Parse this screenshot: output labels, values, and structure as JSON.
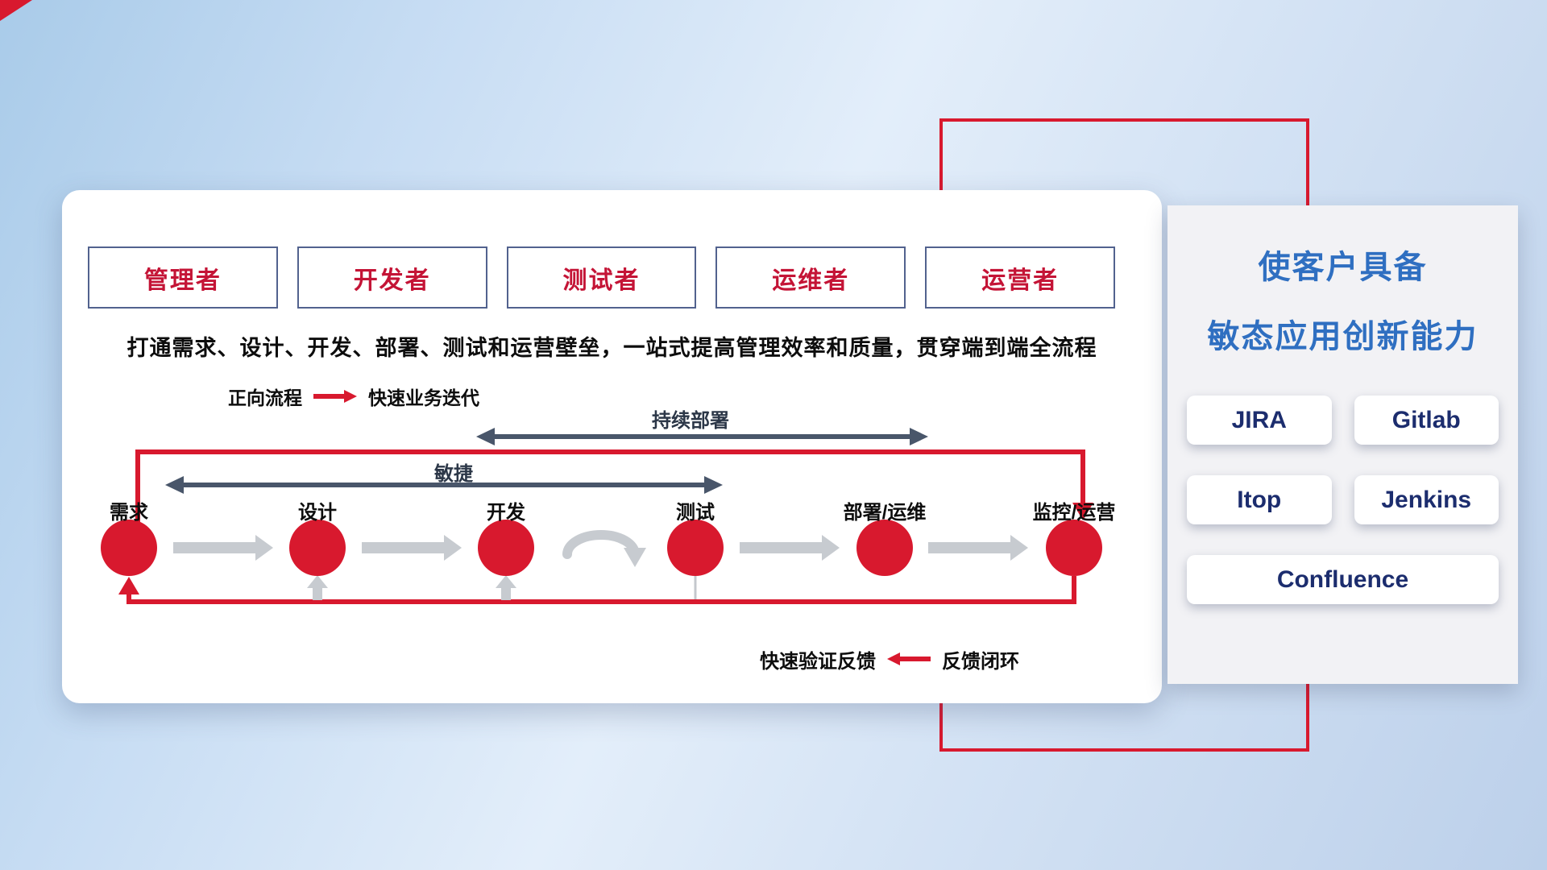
{
  "roles": [
    "管理者",
    "开发者",
    "测试者",
    "运维者",
    "运营者"
  ],
  "description": "打通需求、设计、开发、部署、测试和运营壁垒，一站式提高管理效率和质量，贯穿端到端全流程",
  "forward_legend": {
    "label": "正向流程",
    "text": "快速业务迭代"
  },
  "feedback_legend": {
    "label": "快速验证反馈",
    "text": "反馈闭环"
  },
  "flow": {
    "stages": [
      "需求",
      "设计",
      "开发",
      "测试",
      "部署/运维",
      "监控/运营"
    ],
    "continuous_deployment_label": "持续部署",
    "agile_label": "敏捷"
  },
  "panel": {
    "title_line1": "使客户具备",
    "title_line2": "敏态应用创新能力",
    "tools": [
      "JIRA",
      "Gitlab",
      "Itop",
      "Jenkins",
      "Confluence"
    ]
  },
  "colors": {
    "accent_red": "#d8192e",
    "title_blue": "#2f6fc1",
    "tool_text_navy": "#1c2d6e",
    "role_text_red": "#c41436",
    "role_border_blue": "#52628e",
    "dark_arrow": "#49566a",
    "gray_arrow": "#c7cbd0"
  }
}
